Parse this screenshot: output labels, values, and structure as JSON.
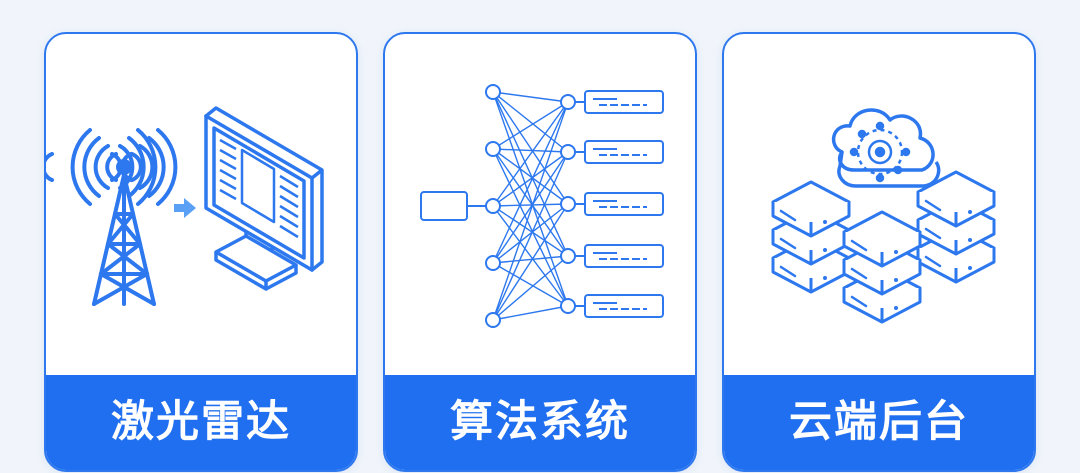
{
  "colors": {
    "accent": "#1f6ff0",
    "line": "#2d78ee",
    "background": "#f1f5fb",
    "panel": "#ffffff"
  },
  "panels": [
    {
      "label": "激光雷达",
      "icon": "radar-tower-to-monitor-icon"
    },
    {
      "label": "算法系统",
      "icon": "neural-network-icon"
    },
    {
      "label": "云端后台",
      "icon": "cloud-server-icon"
    }
  ]
}
